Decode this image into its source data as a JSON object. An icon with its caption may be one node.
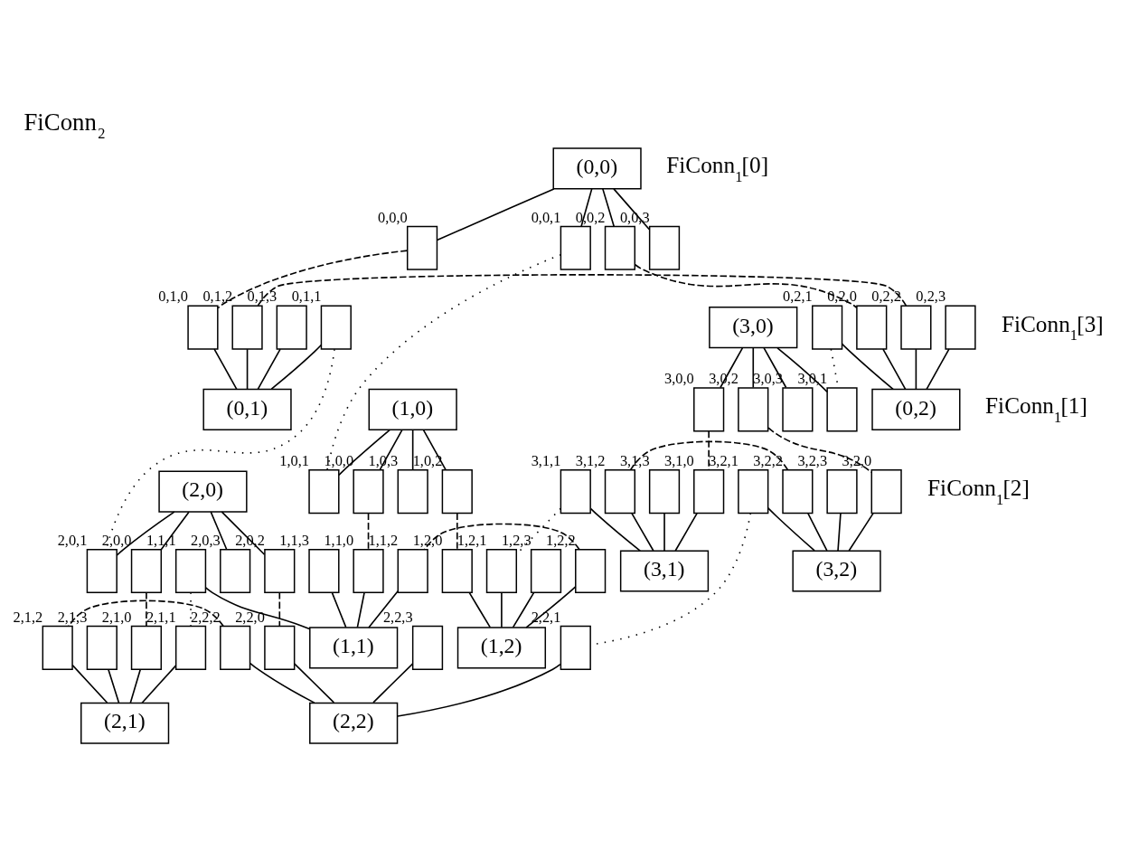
{
  "diagram": {
    "title": "FiConn$_{2}$",
    "nodes": [
      {
        "text": [
          "(0,0)"
        ]
      },
      {
        "text": [
          "(0,1)"
        ]
      },
      {
        "text": [
          "(0,2)"
        ]
      },
      {
        "text": [],
        "shape": "box",
        "beside": [
          "0,0,0"
        ]
      },
      {
        "text": [],
        "shape": "box",
        "beside": [
          "0,0,1"
        ]
      },
      {
        "text": [],
        "shape": "box",
        "beside": [
          "0,0,2"
        ]
      },
      {
        "text": [],
        "shape": "box",
        "beside": [
          "0,0,3"
        ]
      },
      {
        "text": [],
        "shape": "box",
        "beside": [
          "0,1,0"
        ]
      },
      {
        "text": [],
        "shape": "box",
        "beside": [
          "0,1,1"
        ]
      },
      {
        "text": [],
        "shape": "box",
        "beside": [
          "0,1,2"
        ]
      },
      {
        "text": [],
        "shape": "box",
        "beside": [
          "0,1,3"
        ]
      },
      {
        "text": [],
        "shape": "box",
        "beside": [
          "0,2,0"
        ]
      },
      {
        "text": [],
        "shape": "box",
        "beside": [
          "0,2,1"
        ]
      },
      {
        "text": [],
        "shape": "box",
        "beside": [
          "0,2,2"
        ]
      },
      {
        "text": [],
        "shape": "box",
        "beside": [
          "0,2,3"
        ]
      },
      {
        "text": [
          "(1,0)"
        ]
      },
      {
        "text": [
          "(1,1)"
        ]
      },
      {
        "text": [
          "(1,2)"
        ]
      },
      {
        "text": [],
        "shape": "box",
        "beside": [
          "1,0,0"
        ]
      },
      {
        "text": [],
        "shape": "box",
        "beside": [
          "1,0,1"
        ]
      },
      {
        "text": [],
        "shape": "box",
        "beside": [
          "1,0,2"
        ]
      },
      {
        "text": [],
        "shape": "box",
        "beside": [
          "1,0,3"
        ]
      },
      {
        "text": [],
        "shape": "box",
        "beside": [
          "1,1,0"
        ]
      },
      {
        "text": [],
        "shape": "box",
        "beside": [
          "1,1,1"
        ]
      },
      {
        "text": [],
        "shape": "box",
        "beside": [
          "1,1,2"
        ]
      },
      {
        "text": [],
        "shape": "box",
        "beside": [
          "1,1,3"
        ]
      },
      {
        "text": [],
        "shape": "box",
        "beside": [
          "1,2,0"
        ]
      },
      {
        "text": [],
        "shape": "box",
        "beside": [
          "1,2,1"
        ]
      },
      {
        "text": [],
        "shape": "box",
        "beside": [
          "1,2,2"
        ]
      },
      {
        "text": [],
        "shape": "box",
        "beside": [
          "1,2,3"
        ]
      },
      {
        "text": [
          "(2,0)"
        ]
      },
      {
        "text": [
          "(2,1)"
        ]
      },
      {
        "text": [
          "(2,2)"
        ]
      },
      {
        "text": [],
        "shape": "box",
        "beside": [
          "2,0,0"
        ]
      },
      {
        "text": [],
        "shape": "box",
        "beside": [
          "2,0,1"
        ]
      },
      {
        "text": [],
        "shape": "box",
        "beside": [
          "2,0,2"
        ]
      },
      {
        "text": [],
        "shape": "box",
        "beside": [
          "2,0,3"
        ]
      },
      {
        "text": [],
        "shape": "box",
        "beside": [
          "2,1,0"
        ]
      },
      {
        "text": [],
        "shape": "box",
        "beside": [
          "2,1,1"
        ]
      },
      {
        "text": [],
        "shape": "box",
        "beside": [
          "2,1,2"
        ]
      },
      {
        "text": [],
        "shape": "box",
        "beside": [
          "2,1,3"
        ]
      },
      {
        "text": [],
        "shape": "box",
        "beside": [
          "2,2,0"
        ]
      },
      {
        "text": [],
        "shape": "box",
        "beside": [
          "2,2,1"
        ]
      },
      {
        "text": [],
        "shape": "box",
        "beside": [
          "2,2,2"
        ]
      },
      {
        "text": [],
        "shape": "box",
        "beside": [
          "2,2,3"
        ]
      },
      {
        "text": [
          "(3,0)"
        ]
      },
      {
        "text": [
          "(3,1)"
        ]
      },
      {
        "text": [
          "(3,2)"
        ]
      },
      {
        "text": [],
        "shape": "box",
        "beside": [
          "3,0,0"
        ]
      },
      {
        "text": [],
        "shape": "box",
        "beside": [
          "3,0,1"
        ]
      },
      {
        "text": [],
        "shape": "box",
        "beside": [
          "3,0,2"
        ]
      },
      {
        "text": [],
        "shape": "box",
        "beside": [
          "3,0,3"
        ]
      },
      {
        "text": [],
        "shape": "box",
        "beside": [
          "3,1,0"
        ]
      },
      {
        "text": [],
        "shape": "box",
        "beside": [
          "3,1,1"
        ]
      },
      {
        "text": [],
        "shape": "box",
        "beside": [
          "3,1,2"
        ]
      },
      {
        "text": [],
        "shape": "box",
        "beside": [
          "3,1,3"
        ]
      },
      {
        "text": [],
        "shape": "box",
        "beside": [
          "3,2,0"
        ]
      },
      {
        "text": [],
        "shape": "box",
        "beside": [
          "3,2,1"
        ]
      },
      {
        "text": [],
        "shape": "box",
        "beside": [
          "3,2,2"
        ]
      },
      {
        "text": [],
        "shape": "box",
        "beside": [
          "3,2,3"
        ]
      }
    ],
    "edges": [
      {
        "from": 0,
        "to": 3,
        "arrow": "none"
      },
      {
        "from": 0,
        "to": 4,
        "arrow": "none"
      },
      {
        "from": 0,
        "to": 5,
        "arrow": "none"
      },
      {
        "from": 0,
        "to": 6,
        "arrow": "none"
      },
      {
        "from": 7,
        "to": 1,
        "arrow": "none"
      },
      {
        "from": 8,
        "to": 1,
        "arrow": "none"
      },
      {
        "from": 9,
        "to": 1,
        "arrow": "none"
      },
      {
        "from": 10,
        "to": 1,
        "arrow": "none"
      },
      {
        "from": 11,
        "to": 2,
        "arrow": "none"
      },
      {
        "from": 12,
        "to": 2,
        "arrow": "none"
      },
      {
        "from": 13,
        "to": 2,
        "arrow": "none"
      },
      {
        "from": 14,
        "to": 2,
        "arrow": "none"
      },
      {
        "from": 3,
        "to": 7,
        "arrow": "none",
        "style": "dashed"
      },
      {
        "from": 5,
        "to": 11,
        "arrow": "none",
        "style": "dashed"
      },
      {
        "from": 13,
        "to": 9,
        "arrow": "none",
        "style": "dashed"
      },
      {
        "from": 15,
        "to": 18,
        "arrow": "none"
      },
      {
        "from": 15,
        "to": 19,
        "arrow": "none"
      },
      {
        "from": 15,
        "to": 20,
        "arrow": "none"
      },
      {
        "from": 15,
        "to": 21,
        "arrow": "none"
      },
      {
        "from": 22,
        "to": 16,
        "arrow": "none"
      },
      {
        "from": 23,
        "to": 16,
        "arrow": "none"
      },
      {
        "from": 24,
        "to": 16,
        "arrow": "none"
      },
      {
        "from": 25,
        "to": 16,
        "arrow": "none"
      },
      {
        "from": 26,
        "to": 17,
        "arrow": "none"
      },
      {
        "from": 27,
        "to": 17,
        "arrow": "none"
      },
      {
        "from": 28,
        "to": 17,
        "arrow": "none"
      },
      {
        "from": 29,
        "to": 17,
        "arrow": "none"
      },
      {
        "from": 18,
        "to": 22,
        "arrow": "none",
        "style": "dashed"
      },
      {
        "from": 20,
        "to": 26,
        "arrow": "none",
        "style": "dashed"
      },
      {
        "from": 28,
        "to": 24,
        "arrow": "none",
        "style": "dashed"
      },
      {
        "from": 30,
        "to": 33,
        "arrow": "none"
      },
      {
        "from": 30,
        "to": 34,
        "arrow": "none"
      },
      {
        "from": 30,
        "to": 35,
        "arrow": "none"
      },
      {
        "from": 30,
        "to": 36,
        "arrow": "none"
      },
      {
        "from": 37,
        "to": 31,
        "arrow": "none"
      },
      {
        "from": 38,
        "to": 31,
        "arrow": "none"
      },
      {
        "from": 39,
        "to": 31,
        "arrow": "none"
      },
      {
        "from": 40,
        "to": 31,
        "arrow": "none"
      },
      {
        "from": 41,
        "to": 32,
        "arrow": "none"
      },
      {
        "from": 42,
        "to": 32,
        "arrow": "none"
      },
      {
        "from": 43,
        "to": 32,
        "arrow": "none"
      },
      {
        "from": 44,
        "to": 32,
        "arrow": "none"
      },
      {
        "from": 33,
        "to": 37,
        "arrow": "none",
        "style": "dashed"
      },
      {
        "from": 35,
        "to": 41,
        "arrow": "none",
        "style": "dashed"
      },
      {
        "from": 43,
        "to": 39,
        "arrow": "none",
        "style": "dashed"
      },
      {
        "from": 45,
        "to": 48,
        "arrow": "none"
      },
      {
        "from": 45,
        "to": 49,
        "arrow": "none"
      },
      {
        "from": 45,
        "to": 50,
        "arrow": "none"
      },
      {
        "from": 45,
        "to": 51,
        "arrow": "none"
      },
      {
        "from": 52,
        "to": 46,
        "arrow": "none"
      },
      {
        "from": 53,
        "to": 46,
        "arrow": "none"
      },
      {
        "from": 54,
        "to": 46,
        "arrow": "none"
      },
      {
        "from": 55,
        "to": 46,
        "arrow": "none"
      },
      {
        "from": 56,
        "to": 47,
        "arrow": "none"
      },
      {
        "from": 57,
        "to": 47,
        "arrow": "none"
      },
      {
        "from": 58,
        "to": 47,
        "arrow": "none"
      },
      {
        "from": 59,
        "to": 47,
        "arrow": "none"
      },
      {
        "from": 48,
        "to": 52,
        "arrow": "none",
        "style": "dashed"
      },
      {
        "from": 50,
        "to": 56,
        "arrow": "none",
        "style": "dashed"
      },
      {
        "from": 58,
        "to": 54,
        "arrow": "none",
        "style": "dashed"
      },
      {
        "from": 4,
        "to": 19,
        "arrow": "none",
        "style": "dashed"
      },
      {
        "from": 12,
        "to": 49,
        "arrow": "none",
        "style": "dashed"
      },
      {
        "from": 8,
        "to": 34,
        "arrow": "none",
        "style": "dashed"
      },
      {
        "from": 53,
        "to": 27,
        "arrow": "none",
        "style": "dashed"
      },
      {
        "from": 57,
        "to": 42,
        "arrow": "none",
        "style": "dashed"
      },
      {
        "from": 23,
        "to": 38,
        "arrow": "none",
        "style": "dashed"
      }
    ],
    "labels": [
      "FiConn$_{1}$[0]",
      "FiConn$_{1}$[3]",
      "FiConn$_{1}$[1]",
      "FiConn$_{1}$[2]"
    ]
  }
}
